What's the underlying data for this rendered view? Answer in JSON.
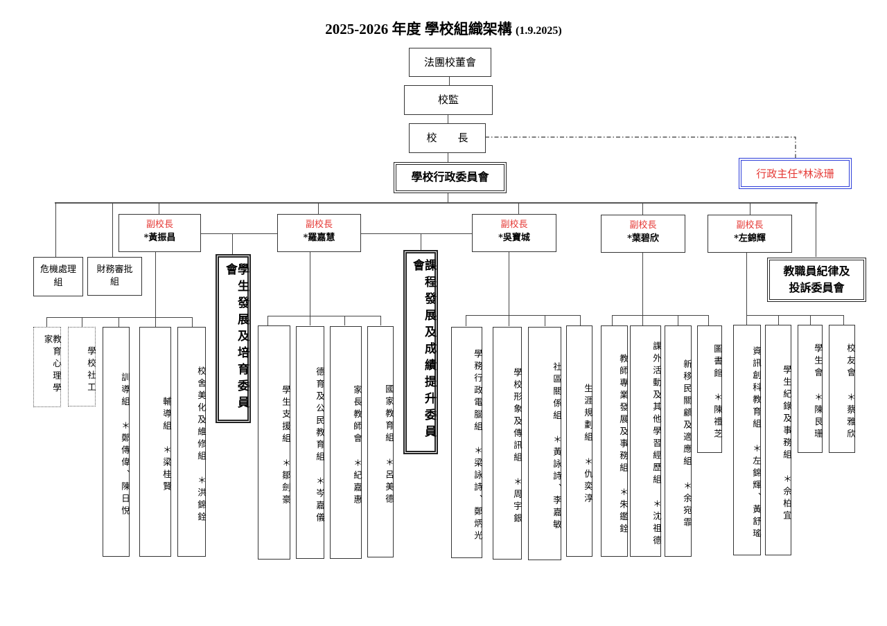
{
  "header": {
    "title": "2025-2026 年度  學校組織架構",
    "date": "(1.9.2025)"
  },
  "top_chain": {
    "board": "法團校董會",
    "supervisor": "校監",
    "principal": "校　　長",
    "admin_committee": "學校行政委員會"
  },
  "admin_officer": {
    "label": "行政主任*林泳珊",
    "text_color": "#e53935",
    "border_color": "#2a3bd8"
  },
  "side_groups": [
    {
      "label": "危機處理組"
    },
    {
      "label": "財務審批組"
    }
  ],
  "committees": {
    "student_development": "學生發展及培育委員會",
    "curriculum": "課程發展及成績提升委員會",
    "staff_discipline": "教職員紀律及投訴委員會"
  },
  "vice_principals": [
    {
      "role": "副校長",
      "name": "*黃振昌"
    },
    {
      "role": "副校長",
      "name": "*羅嘉慧"
    },
    {
      "role": "副校長",
      "name": "*吳寶城"
    },
    {
      "role": "副校長",
      "name": "*葉碧欣"
    },
    {
      "role": "副校長",
      "name": "*左錦輝"
    }
  ],
  "units": {
    "vp1": [
      {
        "label": "教育心理學家",
        "person": "",
        "style": "dotted"
      },
      {
        "label": "學校社工",
        "person": "",
        "style": "dotted"
      },
      {
        "label": "訓導組",
        "person": "＊鄭傳偉、陳日悅"
      },
      {
        "label": "輔導組",
        "person": "＊梁桂賢"
      },
      {
        "label": "校舍美化及維修組",
        "person": "＊洪錦銓"
      }
    ],
    "vp2": [
      {
        "label": "學生支援組",
        "person": "＊鄒劍豪"
      },
      {
        "label": "德育及公民教育組",
        "person": "＊岑嘉儀"
      },
      {
        "label": "家長教師會",
        "person": "＊紀嘉惠"
      },
      {
        "label": "國家教育組",
        "person": "＊呂美德"
      }
    ],
    "vp3": [
      {
        "label": "學務行政電腦組",
        "person": "＊梁詠詩、鄭炳光"
      },
      {
        "label": "學校形象及傳訊組",
        "person": "＊周宇銀"
      },
      {
        "label": "社區關係組",
        "person": "＊黃詠詩、李嘉敏"
      },
      {
        "label": "生涯規劃組",
        "person": "＊仇奕淳"
      }
    ],
    "vp4": [
      {
        "label": "教師專業發展及事務組",
        "person": "＊朱鑑銓"
      },
      {
        "label": "課外活動及其他學習經歷組",
        "person": "＊沈祖德"
      },
      {
        "label": "新移民關顧及適應組",
        "person": "＊余宛霏"
      },
      {
        "label": "圖書館",
        "person": "＊陳禮芝"
      }
    ],
    "vp5": [
      {
        "label": "資訊創科教育組",
        "person": "＊左錦輝、黃舒瑤"
      },
      {
        "label": "學生紀錄及事務組",
        "person": "＊佘柏宜"
      },
      {
        "label": "學生會",
        "person": "＊陳艮珊"
      },
      {
        "label": "校友會",
        "person": "＊蔡雅欣"
      }
    ]
  }
}
